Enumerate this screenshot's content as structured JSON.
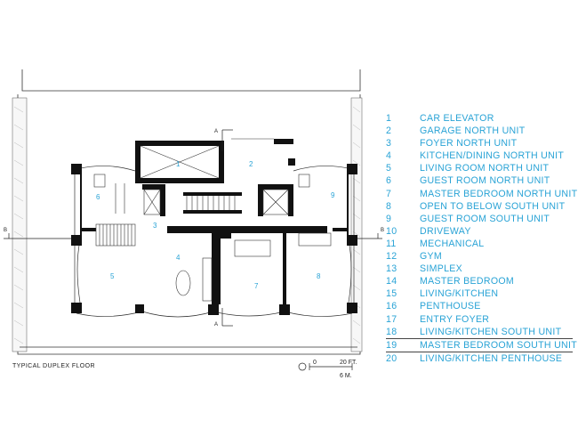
{
  "plan": {
    "caption": "TYPICAL DUPLEX FLOOR",
    "section_marks": {
      "a": "A",
      "b": "B"
    },
    "scale": {
      "zero": "0",
      "feet": "20 FT.",
      "meters": "6 M."
    },
    "room_labels": [
      {
        "id": "room-1",
        "text": "1"
      },
      {
        "id": "room-2",
        "text": "2"
      },
      {
        "id": "room-3",
        "text": "3"
      },
      {
        "id": "room-4",
        "text": "4"
      },
      {
        "id": "room-5",
        "text": "5"
      },
      {
        "id": "room-6",
        "text": "6"
      },
      {
        "id": "room-7",
        "text": "7"
      },
      {
        "id": "room-8",
        "text": "8"
      },
      {
        "id": "room-9",
        "text": "9"
      }
    ],
    "colors": {
      "label": "#29a3d6",
      "wall": "#111111",
      "line": "#333333"
    }
  },
  "legend": {
    "items": [
      {
        "num": "1",
        "label": "CAR ELEVATOR"
      },
      {
        "num": "2",
        "label": "GARAGE NORTH UNIT"
      },
      {
        "num": "3",
        "label": "FOYER NORTH UNIT"
      },
      {
        "num": "4",
        "label": "KITCHEN/DINING NORTH UNIT"
      },
      {
        "num": "5",
        "label": "LIVING ROOM NORTH UNIT"
      },
      {
        "num": "6",
        "label": "GUEST ROOM NORTH UNIT"
      },
      {
        "num": "7",
        "label": "MASTER BEDROOM NORTH UNIT"
      },
      {
        "num": "8",
        "label": "OPEN TO BELOW SOUTH UNIT"
      },
      {
        "num": "9",
        "label": "GUEST ROOM SOUTH UNIT"
      },
      {
        "num": "10",
        "label": "DRIVEWAY"
      },
      {
        "num": "11",
        "label": "MECHANICAL"
      },
      {
        "num": "12",
        "label": "GYM"
      },
      {
        "num": "13",
        "label": "SIMPLEX"
      },
      {
        "num": "14",
        "label": "MASTER BEDROOM"
      },
      {
        "num": "15",
        "label": "LIVING/KITCHEN"
      },
      {
        "num": "16",
        "label": "PENTHOUSE"
      },
      {
        "num": "17",
        "label": "ENTRY FOYER"
      },
      {
        "num": "18",
        "label": "LIVING/KITCHEN SOUTH UNIT"
      },
      {
        "num": "19",
        "label": "MASTER BEDROOM SOUTH UNIT"
      },
      {
        "num": "20",
        "label": "LIVING/KITCHEN PENTHOUSE"
      }
    ]
  }
}
